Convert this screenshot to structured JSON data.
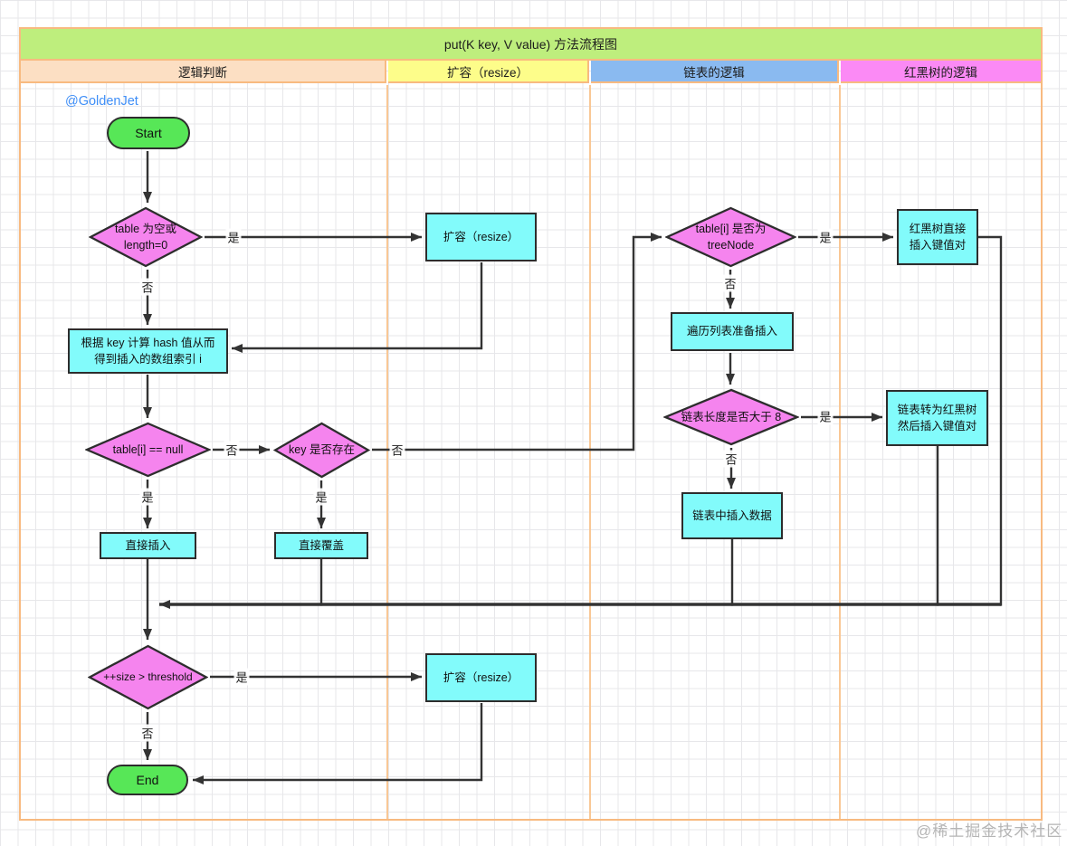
{
  "page": {
    "title": "put(K key, V value) 方法流程图",
    "author": "@GoldenJet",
    "watermark": "@稀土掘金技术社区"
  },
  "lanes": [
    {
      "label": "逻辑判断",
      "color": "#fcdfc3"
    },
    {
      "label": "扩容（resize）",
      "color": "#fdfd8a"
    },
    {
      "label": "链表的逻辑",
      "color": "#8abaf0"
    },
    {
      "label": "红黑树的逻辑",
      "color": "#fb8af5"
    }
  ],
  "nodes": {
    "start": {
      "label": "Start"
    },
    "check_empty": {
      "label": "table 为空或\nlength=0"
    },
    "resize_top": {
      "label": "扩容（resize）"
    },
    "calc_hash": {
      "label": "根据 key 计算 hash 值从而\n得到插入的数组索引 i"
    },
    "check_null": {
      "label": "table[i] == null"
    },
    "check_key_exists": {
      "label": "key 是否存在"
    },
    "insert_direct": {
      "label": "直接插入"
    },
    "overwrite": {
      "label": "直接覆盖"
    },
    "check_treenode": {
      "label": "table[i] 是否为\ntreeNode"
    },
    "rbtree_insert": {
      "label": "红黑树直接\n插入键值对"
    },
    "traverse_list": {
      "label": "遍历列表准备插入"
    },
    "check_length8": {
      "label": "链表长度是否大于 8"
    },
    "convert_rbtree": {
      "label": "链表转为红黑树\n然后插入键值对"
    },
    "chain_insert": {
      "label": "链表中插入数据"
    },
    "check_size": {
      "label": "++size > threshold"
    },
    "resize_bottom": {
      "label": "扩容（resize）"
    },
    "end": {
      "label": "End"
    }
  },
  "edge_labels": {
    "yes": "是",
    "no": "否"
  },
  "colors": {
    "title_bar": "#beee7d",
    "process_fill": "#82fbfb",
    "decision_fill": "#f584ee",
    "terminal_fill": "#57e757",
    "connector": "#333333",
    "frame_border": "#f8ba80"
  }
}
